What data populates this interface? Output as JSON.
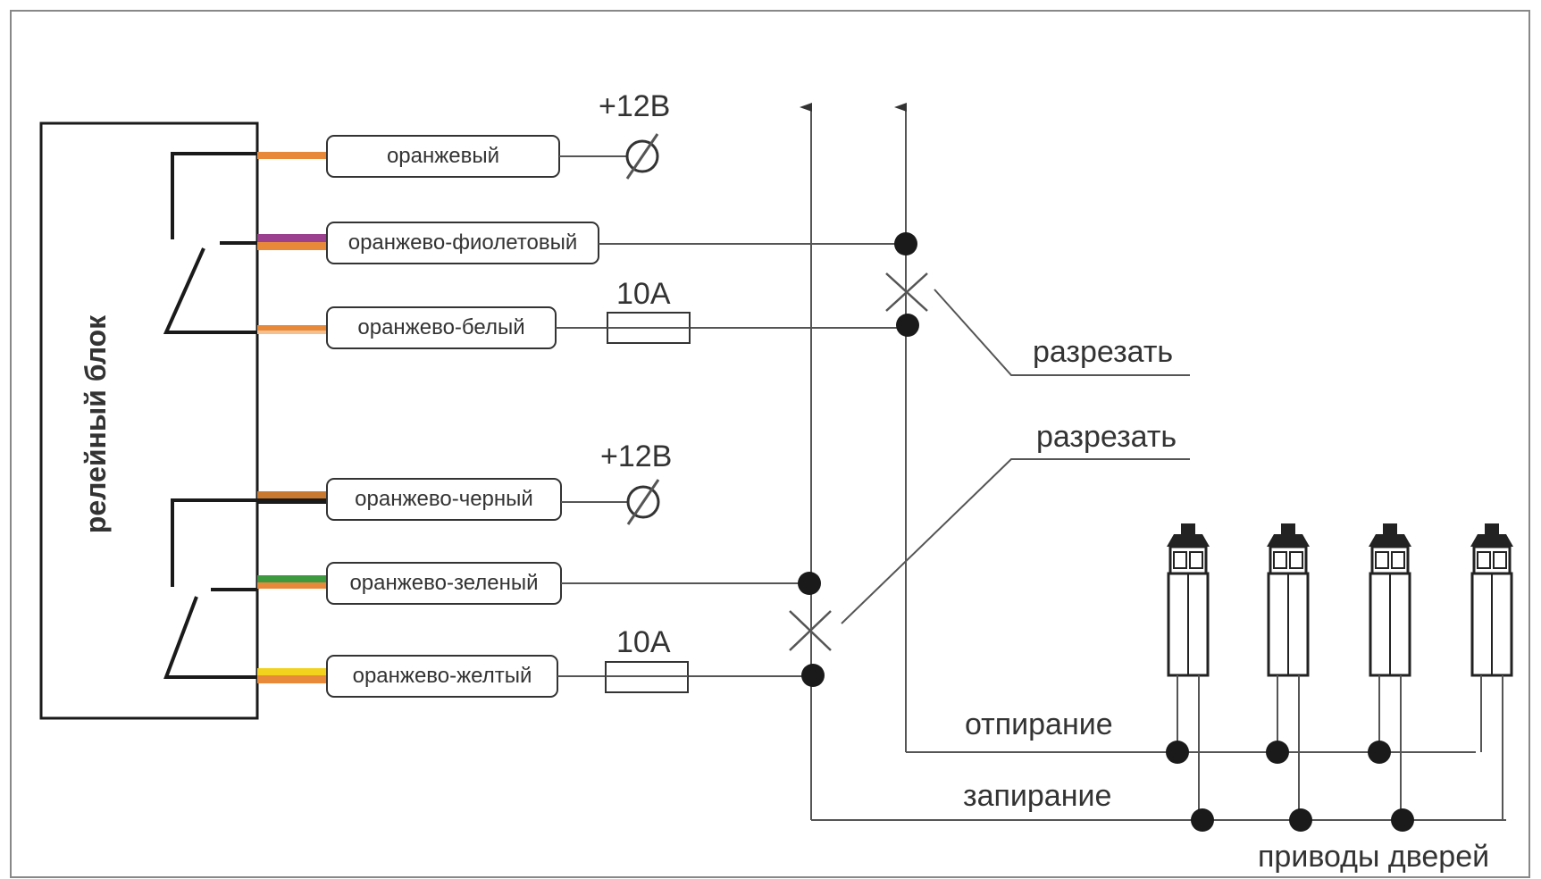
{
  "relay_block": {
    "label": "релейный блок"
  },
  "wires": [
    {
      "label": "оранжевый",
      "colors": [
        "#e8893a",
        "#e8893a"
      ]
    },
    {
      "label": "оранжево-фиолетовый",
      "colors": [
        "#9b3f8f",
        "#e8893a"
      ]
    },
    {
      "label": "оранжево-белый",
      "colors": [
        "#e8893a",
        "#ffffff"
      ]
    },
    {
      "label": "оранжево-черный",
      "colors": [
        "#e8893a",
        "#1a1a1a"
      ]
    },
    {
      "label": "оранжево-зеленый",
      "colors": [
        "#3e9a3e",
        "#e8893a"
      ]
    },
    {
      "label": "оранжево-желтый",
      "colors": [
        "#f2d21c",
        "#e8893a"
      ]
    }
  ],
  "supply": {
    "voltage_top": "+12В",
    "voltage_bottom": "+12В"
  },
  "fuses": {
    "top": "10А",
    "bottom": "10А"
  },
  "cut_labels": {
    "top": "разрезать",
    "bottom": "разрезать"
  },
  "lines": {
    "unlock": "отпирание",
    "lock": "запирание"
  },
  "actuators": {
    "label": "приводы дверей",
    "count": 4
  }
}
